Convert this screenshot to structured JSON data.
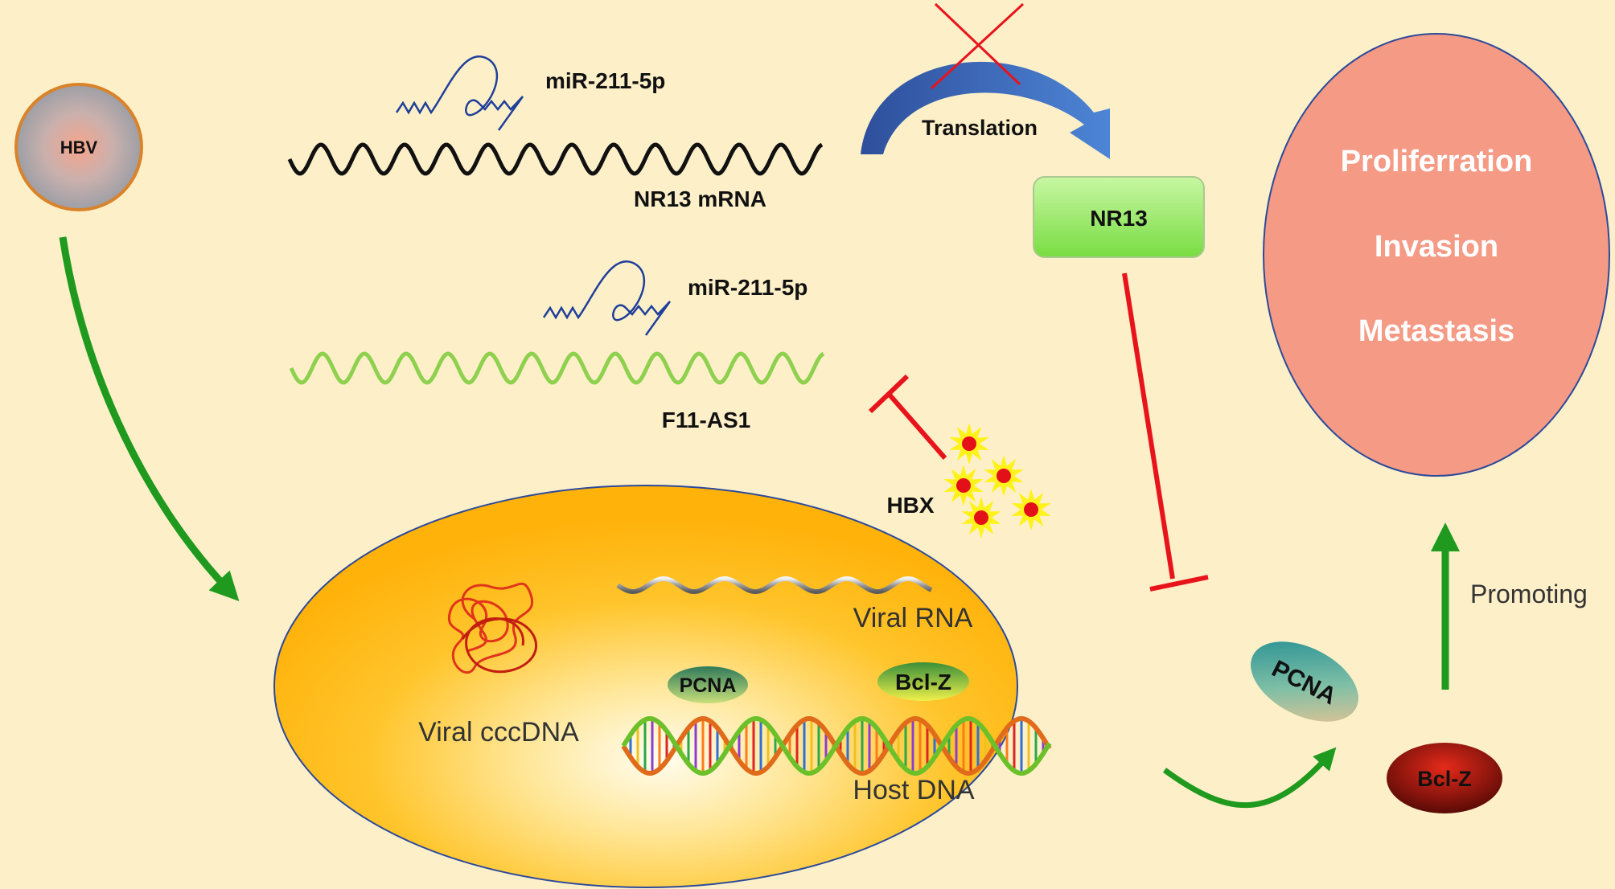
{
  "labels": {
    "hbv": "HBV",
    "mirna_top": "miR-211-5p",
    "nr13_mrna": "NR13 mRNA",
    "translation": "Translation",
    "nr13": "NR13",
    "mirna_mid": "miR-211-5p",
    "f11_as1": "F11-AS1",
    "hbx": "HBX",
    "viral_rna": "Viral RNA",
    "viral_cccdna": "Viral cccDNA",
    "pcna_nucleus": "PCNA",
    "bclz_nucleus": "Bcl-Z",
    "host_dna": "Host DNA",
    "pcna_outside": "PCNA",
    "bclz_outside": "Bcl-Z",
    "promoting": "Promoting"
  },
  "outcomes": [
    "Proliferration",
    "Invasion",
    "Metastasis"
  ],
  "colors": {
    "background": "#fdf0c9",
    "inhibit": "#e8141c",
    "promote": "#1f9a1f",
    "translation_arrow": "#3d6fc4",
    "mrna": "#111111",
    "lncrna": "#8fd14f",
    "mirna": "#1f3f9a",
    "nr13_box": "#8ee65a",
    "outcome_ellipse": "#f49a85",
    "nucleus": "#ffb812"
  }
}
